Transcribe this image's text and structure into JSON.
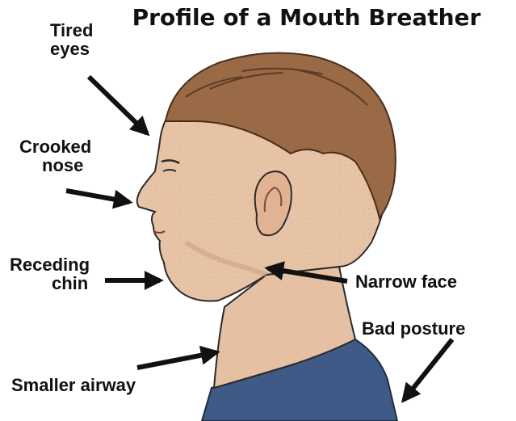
{
  "title": "Profile of a Mouth Breather",
  "labels": {
    "tired_eyes": [
      "Tired",
      "eyes"
    ],
    "crooked_nose": [
      "Crooked",
      "nose"
    ],
    "receding_chin": [
      "Receding",
      "chin"
    ],
    "smaller_airway": "Smaller airway",
    "narrow_face": "Narrow face",
    "bad_posture": "Bad posture"
  },
  "colors": {
    "text": "#111111",
    "skin": "#e8c4a6",
    "skin_shade": "#c99a7c",
    "hair": "#9a6a46",
    "shirt": "#3f5a86",
    "arrow": "#111111"
  }
}
